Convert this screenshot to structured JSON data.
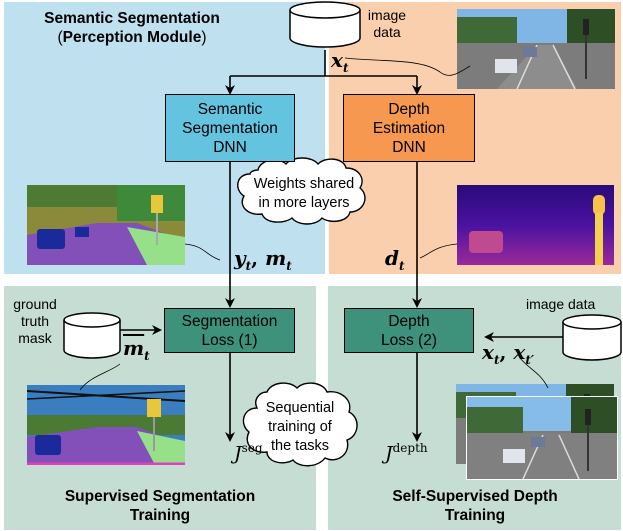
{
  "panels": {
    "top_left_title_1": "Semantic Segmentation",
    "top_left_title_2_open": "(",
    "top_left_title_2_bold": "Perception Module",
    "top_left_title_2_close": ")",
    "bottom_left_title_1": "Supervised Segmentation",
    "bottom_left_title_2": "Training",
    "bottom_right_title_1": "Self-Supervised Depth",
    "bottom_right_title_2": "Training"
  },
  "boxes": {
    "seg_dnn": [
      "Semantic",
      "Segmentation",
      "DNN"
    ],
    "depth_dnn": [
      "Depth",
      "Estimation",
      "DNN"
    ],
    "seg_loss": [
      "Segmentation",
      "Loss (1)"
    ],
    "depth_loss": [
      "Depth",
      "Loss (2)"
    ]
  },
  "clouds": {
    "weights": [
      "Weights shared",
      "in more layers"
    ],
    "sequential": [
      "Sequential",
      "training of",
      "the tasks"
    ]
  },
  "databases": {
    "image_data_top": [
      "image",
      "data"
    ],
    "ground_truth": [
      "ground",
      "truth",
      "mask"
    ],
    "image_data_right": "image data"
  },
  "math": {
    "x_t": "x",
    "x_t_sub": "t",
    "y_m": "y",
    "y_m_sub": "t",
    "y_m_sep": ", ",
    "m": "m",
    "m_sub": "t",
    "d": "d",
    "d_sub": "t",
    "m_bar": "m",
    "m_bar_sub": "t",
    "xx_1": "x",
    "xx_1_sub": "t",
    "xx_sep": ", ",
    "xx_2": "x",
    "xx_2_sub": "t′",
    "j_seg": "J",
    "j_seg_sup": "seg",
    "j_depth": "J",
    "j_depth_sup": "depth"
  },
  "colors": {
    "top_left_bg": "#bfe0ee",
    "top_right_bg": "#f9cfae",
    "bottom_bg": "#c6ddd3",
    "seg_dnn_fill": "#64c4e0",
    "depth_dnn_fill": "#f79850",
    "loss_fill": "#3e917b"
  },
  "icons": [
    "database-icon",
    "cloud-icon",
    "camera-photo",
    "segmentation-map",
    "depth-map"
  ]
}
